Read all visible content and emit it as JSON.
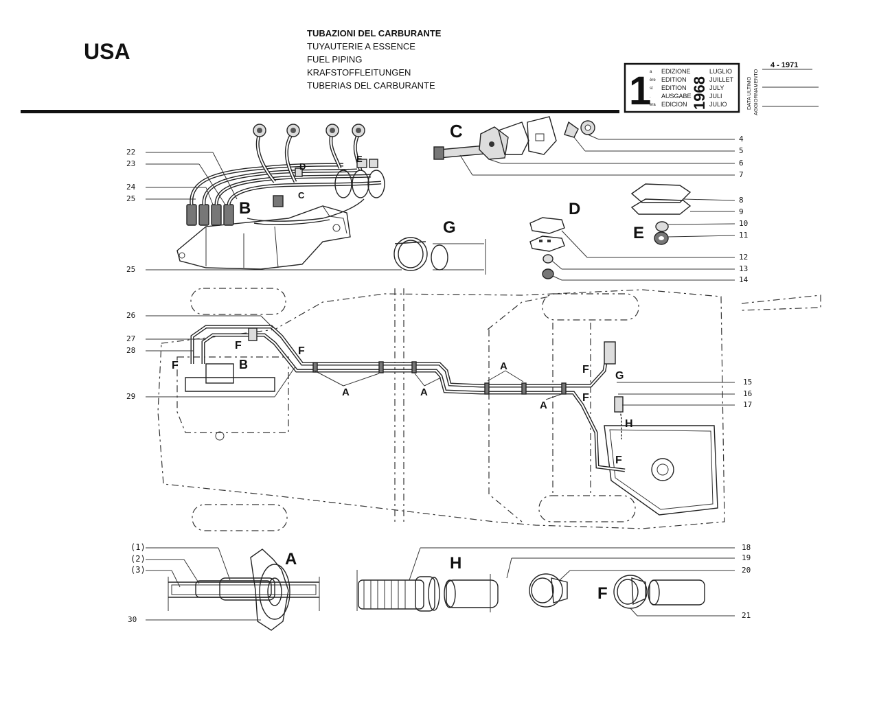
{
  "region": "USA",
  "titles": [
    "TUBAZIONI DEL CARBURANTE",
    "TUYAUTERIE A ESSENCE",
    "FUEL PIPING",
    "KRAFSTOFFLEITUNGEN",
    "TUBERIAS DEL CARBURANTE"
  ],
  "edition_box": {
    "big_number": "1",
    "ordinals": [
      "a",
      "ère",
      "st",
      ".",
      "era"
    ],
    "edition_words": [
      "EDIZIONE",
      "EDITION",
      "EDITION",
      "AUSGABE",
      "EDICION"
    ],
    "year": "1968",
    "months": [
      "LUGLIO",
      "JUILLET",
      "JULY",
      "JULI",
      "JULIO"
    ],
    "update_label_1": "DATA ULTIMO",
    "update_label_2": "AGGIORNAMENTO",
    "update_value": "4 - 1971"
  },
  "group_letters": {
    "A_main": "A",
    "B_engine": "B",
    "C_top": "C",
    "D_right": "D",
    "E_right": "E",
    "G_ring": "G",
    "H_hose": "H",
    "F_clip": "F",
    "B_chassis": "B",
    "C_small": "C",
    "D_small": "D",
    "E_small": "E",
    "F1": "F",
    "F2": "F",
    "F3": "F",
    "F4": "F",
    "F5": "F",
    "F6": "F",
    "A1": "A",
    "A2": "A",
    "A3": "A",
    "A4": "A",
    "G_chassis": "G",
    "H_chassis": "H"
  },
  "callouts": {
    "n4": "4",
    "n5": "5",
    "n6": "6",
    "n7": "7",
    "n8": "8",
    "n9": "9",
    "n10": "10",
    "n11": "11",
    "n12": "12",
    "n13": "13",
    "n14": "14",
    "n15": "15",
    "n16": "16",
    "n17": "17",
    "n18": "18",
    "n19": "19",
    "n20": "20",
    "n21": "21",
    "n22": "22",
    "n23": "23",
    "n24": "24",
    "n25a": "25",
    "n25b": "25",
    "n26": "26",
    "n27": "27",
    "n28": "28",
    "n29": "29",
    "n30": "30",
    "p1": "(1)",
    "p2": "(2)",
    "p3": "(3)"
  }
}
